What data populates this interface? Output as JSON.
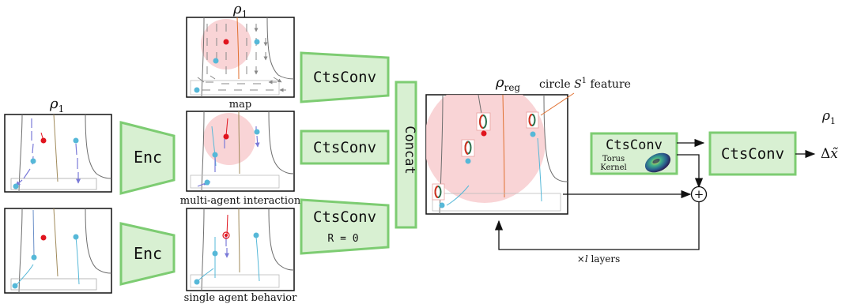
{
  "panels": {
    "input_top": {
      "title": "ρ",
      "title_sub": "1"
    },
    "map": {
      "title": "ρ",
      "title_sub": "1",
      "caption": "map"
    },
    "multi_agent": {
      "caption": "multi-agent interaction"
    },
    "single_agent": {
      "caption": "single agent behavior"
    },
    "reg": {
      "title": "ρ",
      "title_sub": "reg",
      "feature_label": "circle ",
      "feature_symbol": "S",
      "feature_sup": "1",
      "feature_suffix": " feature"
    }
  },
  "blocks": {
    "enc_top": "Enc",
    "enc_bottom": "Enc",
    "cts_map": "CtsConv",
    "cts_multi": "CtsConv",
    "cts_single": "CtsConv",
    "cts_single_param": "R = 0",
    "concat": "Concat",
    "cts_torus": "CtsConv",
    "torus_kernel_line1": "Torus",
    "torus_kernel_line2": "Kernel",
    "cts_final": "CtsConv"
  },
  "outputs": {
    "rho": "ρ",
    "rho_sub": "1",
    "delta": "Δ",
    "x_tilde": "x̃"
  },
  "loop": {
    "plus": "+",
    "layers_prefix": "×",
    "layers_var": "l",
    "layers_suffix": " layers"
  },
  "colors": {
    "block_fill": "#d8f0d2",
    "block_stroke": "#7dcc72",
    "agent_red": "#e0141e",
    "agent_blue": "#56b8d8",
    "circle_fill": "#f8cdcf",
    "arrow_blue": "#7a7ad8",
    "road_gray": "#6e6e6e",
    "lane_brown": "#a08a5a",
    "orange": "#e07030"
  }
}
